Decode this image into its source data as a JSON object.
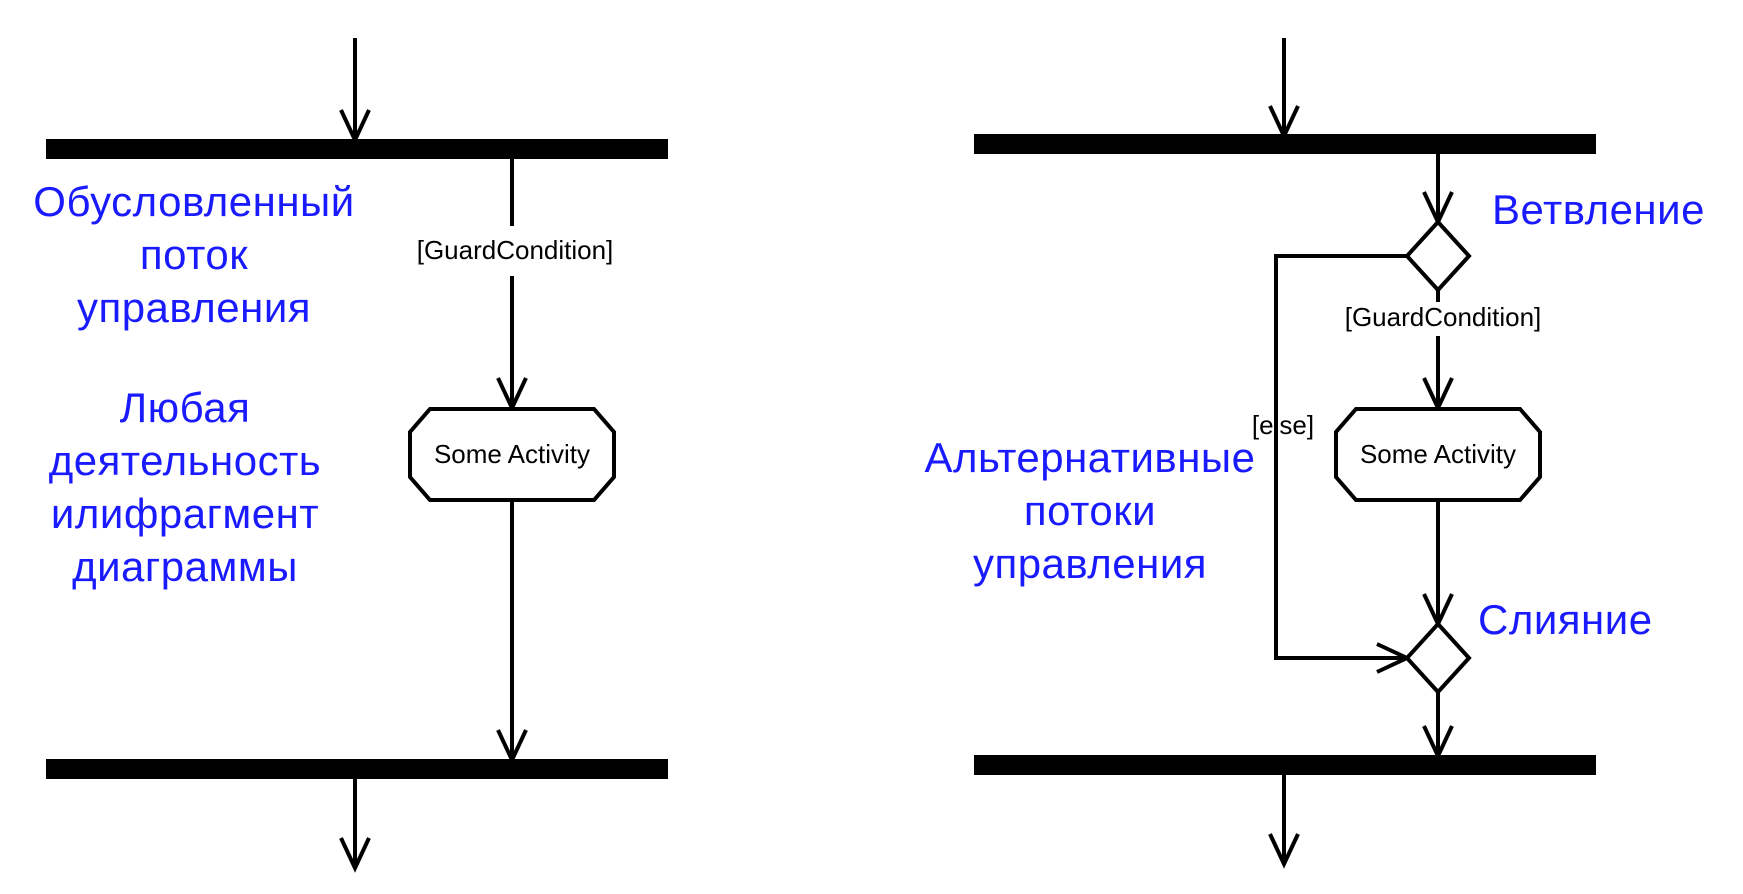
{
  "colors": {
    "annotation": "#1a1aff",
    "line": "#000000"
  },
  "left_diagram": {
    "guard_label": "[GuardCondition]",
    "activity_label": "Some Activity",
    "note_guarded_flow": [
      "Обусловленный",
      "поток",
      "управления"
    ],
    "note_any_activity": [
      "Любая",
      "деятельность",
      "илифрагмент",
      "диаграммы"
    ]
  },
  "right_diagram": {
    "guard_label": "[GuardCondition]",
    "else_label": "[else]",
    "activity_label": "Some Activity",
    "branch_label": "Ветвление",
    "merge_label": "Слияние",
    "note_alternative_flows": [
      "Альтернативные",
      "потоки",
      "управления"
    ]
  }
}
